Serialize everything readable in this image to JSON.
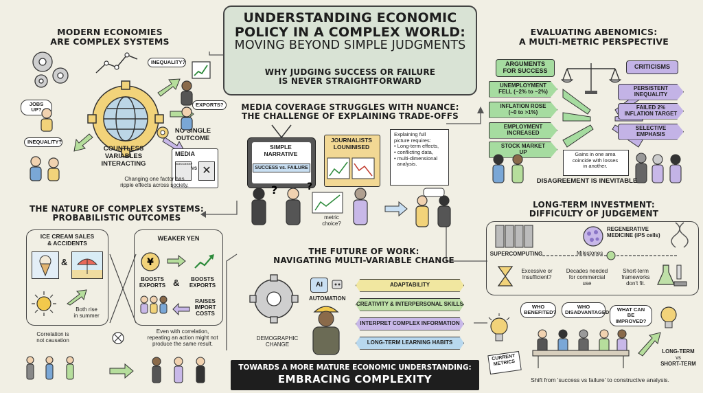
{
  "header": {
    "title_line1": "UNDERSTANDING ECONOMIC",
    "title_line2": "POLICY IN A COMPLEX WORLD:",
    "title_line3": "MOVING BEYOND SIMPLE JUDGMENTS",
    "subtitle_line1": "WHY JUDGING SUCCESS OR FAILURE",
    "subtitle_line2": "IS NEVER STRAIGHTFORWARD"
  },
  "modern": {
    "title_line1": "MODERN ECONOMIES",
    "title_line2": "ARE COMPLEX SYSTEMS",
    "bubble_jobs": "JOBS UP?",
    "bubble_inequality_top": "INEQUALITY?",
    "bubble_exports": "EXPORTS?",
    "bubble_inequality_left": "INEQUALITY?",
    "no_single_line1": "NO SINGLE",
    "no_single_line2": "OUTCOME",
    "countless_line1": "COUNTLESS",
    "countless_line2": "VARIABLES",
    "countless_line3": "INTERACTING",
    "media_label": "MEDIA",
    "success_label": "SUCCESS?",
    "vs_label": "VS",
    "caption_line1": "Changing one factor has",
    "caption_line2": "ripple effects across society."
  },
  "complex": {
    "title_line1": "THE NATURE OF COMPLEX SYSTEMS:",
    "title_line2": "PROBABILISTIC OUTCOMES",
    "ice_line1": "ICE CREAM SALES",
    "ice_line2": "& ACCIDENTS",
    "amp": "&",
    "both_rise_line1": "Both rise",
    "both_rise_line2": "in summer",
    "weaker_yen": "WEAKER YEN",
    "boosts_exports": "BOOSTS EXPORTS",
    "amp2": "&",
    "boosts_exports2": "BOOSTS EXPORTS",
    "raises_import_line1": "RAISES",
    "raises_import_line2": "IMPORT",
    "raises_import_line3": "COSTS",
    "correlation_line1": "Correlation is",
    "correlation_line2": "not causation",
    "even_line1": "Even with correlation,",
    "even_line2": "repeating an action might not",
    "even_line3": "produce the same result."
  },
  "media": {
    "title_line1": "MEDIA COVERAGE STRUGGLES WITH NUANCE:",
    "title_line2": "THE CHALLENGE OF EXPLAINING TRADE-OFFS",
    "simple_line1": "SIMPLE",
    "simple_line2": "NARRATIVE",
    "success_failure": "SUCCESS vs. FAILURE",
    "journalists_line1": "JOURNALISTS",
    "journalists_line2": "LOUNINISED",
    "explain_heading_line1": "Explaining full",
    "explain_heading_line2": "picture requires:",
    "explain_items": [
      "Long-term effects,",
      "conflicting data,",
      "multi-dimensional",
      "analysis."
    ],
    "metric_line1": "metric",
    "metric_line2": "choice?"
  },
  "abenomics": {
    "title_line1": "EVALUATING ABENOMICS:",
    "title_line2": "A MULTI-METRIC PERSPECTIVE",
    "arguments_line1": "ARGUMENTS",
    "arguments_line2": "FOR SUCCESS",
    "criticisms": "CRITICISMS",
    "success_items": [
      [
        "UNEMPLOYMENT",
        "FELL (~2% to ~2%)"
      ],
      [
        "INFLATION ROSE",
        "(~0 to >1%)"
      ],
      [
        "EMPLOYMENT",
        "INCREASED"
      ],
      [
        "STOCK MARKET",
        "UP"
      ]
    ],
    "criticism_items": [
      [
        "PERSISTENT",
        "INEQUALITY"
      ],
      [
        "FAILED 2%",
        "INFLATION TARGET"
      ],
      [
        "SELECTIVE",
        "EMPHASIS"
      ]
    ],
    "gains_line1": "Gains in one area",
    "gains_line2": "coincide with losses",
    "gains_line3": "in another.",
    "disagreement": "DISAGREEMENT IS INEVITABLE"
  },
  "longterm": {
    "title_line1": "LONG-TERM INVESTMENT:",
    "title_line2": "DIFFICULTY OF JUDGEMENT",
    "supercomputing": "SUPERCOMPUTING",
    "regen_line1": "REGENERATIVE",
    "regen_line2": "MEDICINE (iPS cells)",
    "milestones": "Milestones",
    "excessive_line1": "Excessive or",
    "excessive_line2": "Insufficient?",
    "decades_line1": "Decades needed",
    "decades_line2": "for commercial",
    "decades_line3": "use",
    "shortterm_line1": "Short-term",
    "shortterm_line2": "frameworks",
    "shortterm_line3": "don't fit."
  },
  "future": {
    "title_line1": "THE FUTURE OF WORK:",
    "title_line2": "NAVIGATING MULTI-VARIABLE CHANGE",
    "ai": "AI",
    "automation": "AUTOMATION",
    "demographic_line1": "DEMOGRAPHIC",
    "demographic_line2": "CHANGE",
    "skills": [
      "ADAPTABILITY",
      "CREATIVITY & INTERPERSONAL SKILLS",
      "INTERPRET COMPLEX INFORMATION",
      "LONG-TERM LEARNING HABITS"
    ]
  },
  "analysis": {
    "bubble_benefited_line1": "WHO",
    "bubble_benefited_line2": "BENEFITED?",
    "bubble_disadvantaged_line1": "WHO",
    "bubble_disadvantaged_line2": "DISADVANTAGED?",
    "bubble_improved_line1": "WHAT CAN BE",
    "bubble_improved_line2": "IMPROVED?",
    "current_line1": "CURRENT",
    "current_line2": "METRICS",
    "longterm_line1": "LONG-TERM",
    "longterm_line2": "vs",
    "longterm_line3": "SHORT-TERM",
    "shift": "Shift from 'success vs failure' to constructive analysis."
  },
  "footer": {
    "line1": "TOWARDS A MORE MATURE ECONOMIC UNDERSTANDING:",
    "line2": "EMBRACING COMPLEXITY"
  },
  "colors": {
    "background": "#f1efe4",
    "header_box": "#d9e3d5",
    "success_green": "#a6dca0",
    "criticism_purple": "#c3b3e6",
    "skill_yellow": "#f1e7a0",
    "skill_green": "#bfe0a8",
    "skill_purple": "#c8b8e8",
    "skill_blue": "#b8d8ee",
    "footer_dark": "#1e1e1e"
  }
}
